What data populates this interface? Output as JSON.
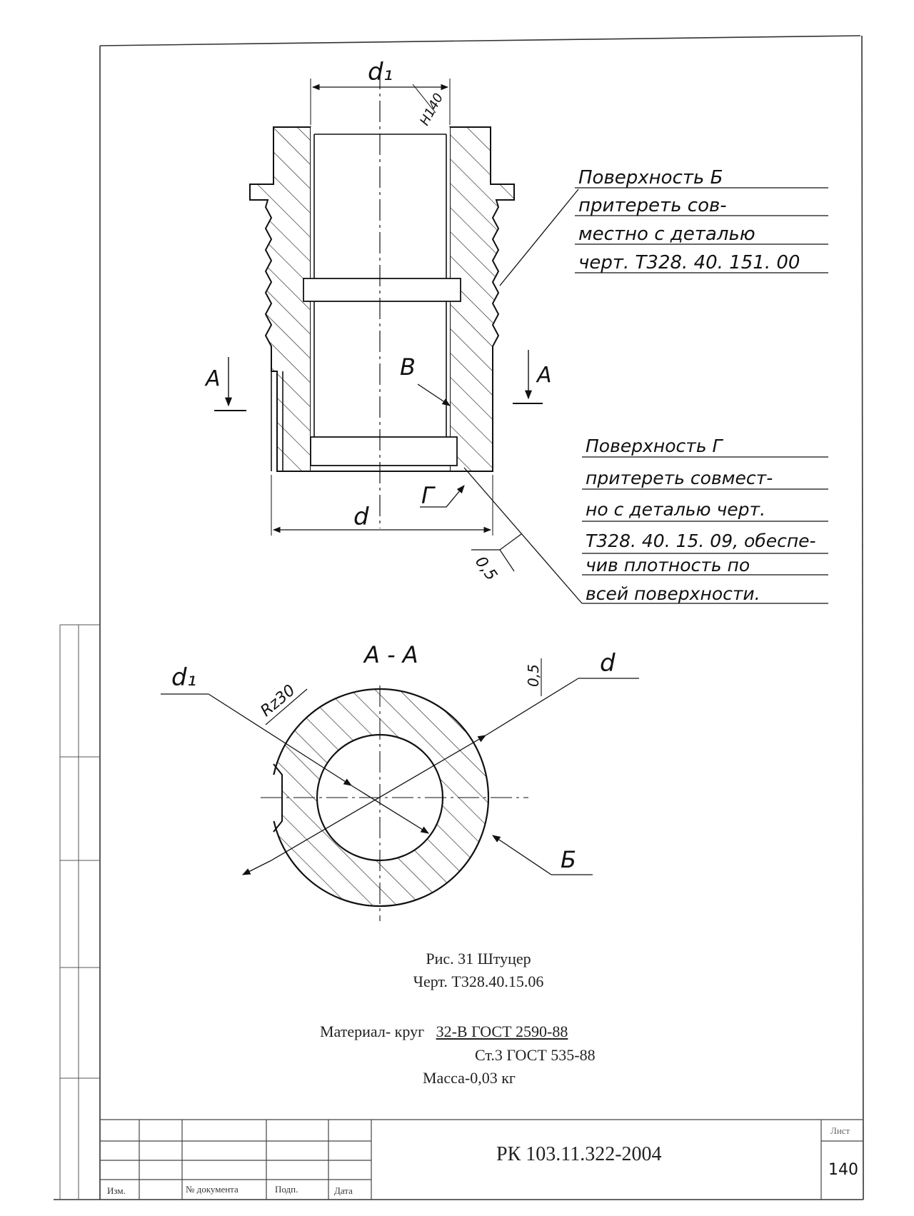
{
  "section_view": {
    "dim_top": "d₁",
    "fit_top": "Н140",
    "dim_bottom": "d",
    "roughness_bottom": "0,5",
    "section_marker": "А",
    "surface_v": "В",
    "surface_g": "Г"
  },
  "notes": {
    "surface_b": [
      "Поверхность   Б",
      "притереть сов-",
      "местно с деталью",
      "черт. Т328. 40. 151. 00"
    ],
    "surface_g": [
      "Поверхность  Г",
      "притереть совмест-",
      "но с деталью черт.",
      "Т328. 40. 15. 09, обеспе-",
      "чив плотность по",
      "всей поверхности."
    ]
  },
  "cross_section": {
    "title": "А - А",
    "dim_d1": "d₁",
    "roughness": "Rz30",
    "tol": "0,5",
    "dim_d": "d",
    "surface_b": "Б"
  },
  "caption": {
    "figure": "Рис. 31 Штуцер",
    "drawing_no": "Черт. Т328.40.15.06",
    "material_label": "Материал- круг",
    "material_spec": "32-В ГОСТ 2590-88",
    "steel_spec": "Ст.3 ГОСТ 535-88",
    "mass": "Масса-0,03 кг"
  },
  "title_block": {
    "doc_code": "РК 103.11.322-2004",
    "sheet_label": "Лист",
    "sheet_no": "140",
    "col_izm": "Изм.",
    "col_doc": "№ документа",
    "col_sign": "Подп.",
    "col_date": "Дата"
  }
}
